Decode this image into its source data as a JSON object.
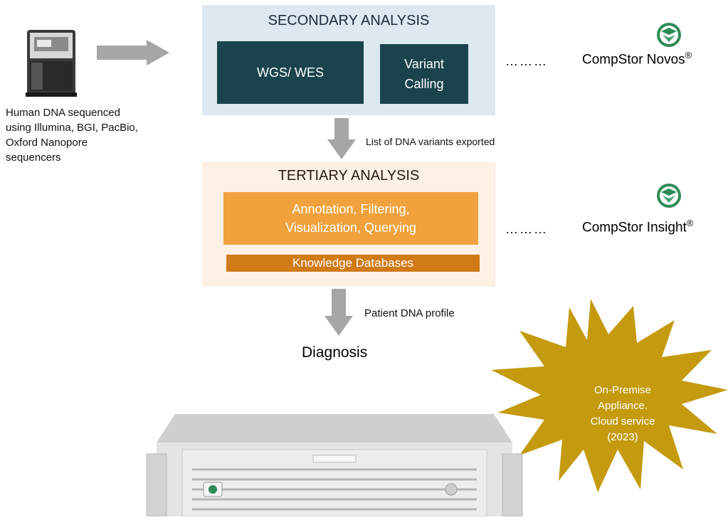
{
  "sequencer_caption": [
    "Human DNA sequenced",
    "using Illumina, BGI, PacBio,",
    "Oxford Nanopore",
    "sequencers"
  ],
  "secondary": {
    "title": "SECONDARY ANALYSIS",
    "box1": "WGS/ WES",
    "box2_line1": "Variant",
    "box2_line2": "Calling"
  },
  "novos": {
    "dots": "………",
    "label": "CompStor Novos",
    "mark": "®"
  },
  "arrow1_label": "List of DNA variants exported",
  "tertiary": {
    "title": "TERTIARY ANALYSIS",
    "box1_line1": "Annotation, Filtering,",
    "box1_line2": "Visualization, Querying",
    "box2": "Knowledge Databases"
  },
  "insight": {
    "dots": "………",
    "label": "CompStor Insight",
    "mark": "®"
  },
  "arrow2_label": "Patient DNA profile",
  "diagnosis": "Diagnosis",
  "starburst": [
    "On-Premise",
    "Appliance.",
    "Cloud service",
    "(2023)"
  ],
  "colors": {
    "secondary_bg": "#dde8f0",
    "dark_teal": "#1b434e",
    "tertiary_bg": "#fdf0e4",
    "orange": "#f1a23d",
    "dark_orange": "#d07a18",
    "starburst": "#c49a0e",
    "arrow_gray": "#a6a6a6"
  }
}
